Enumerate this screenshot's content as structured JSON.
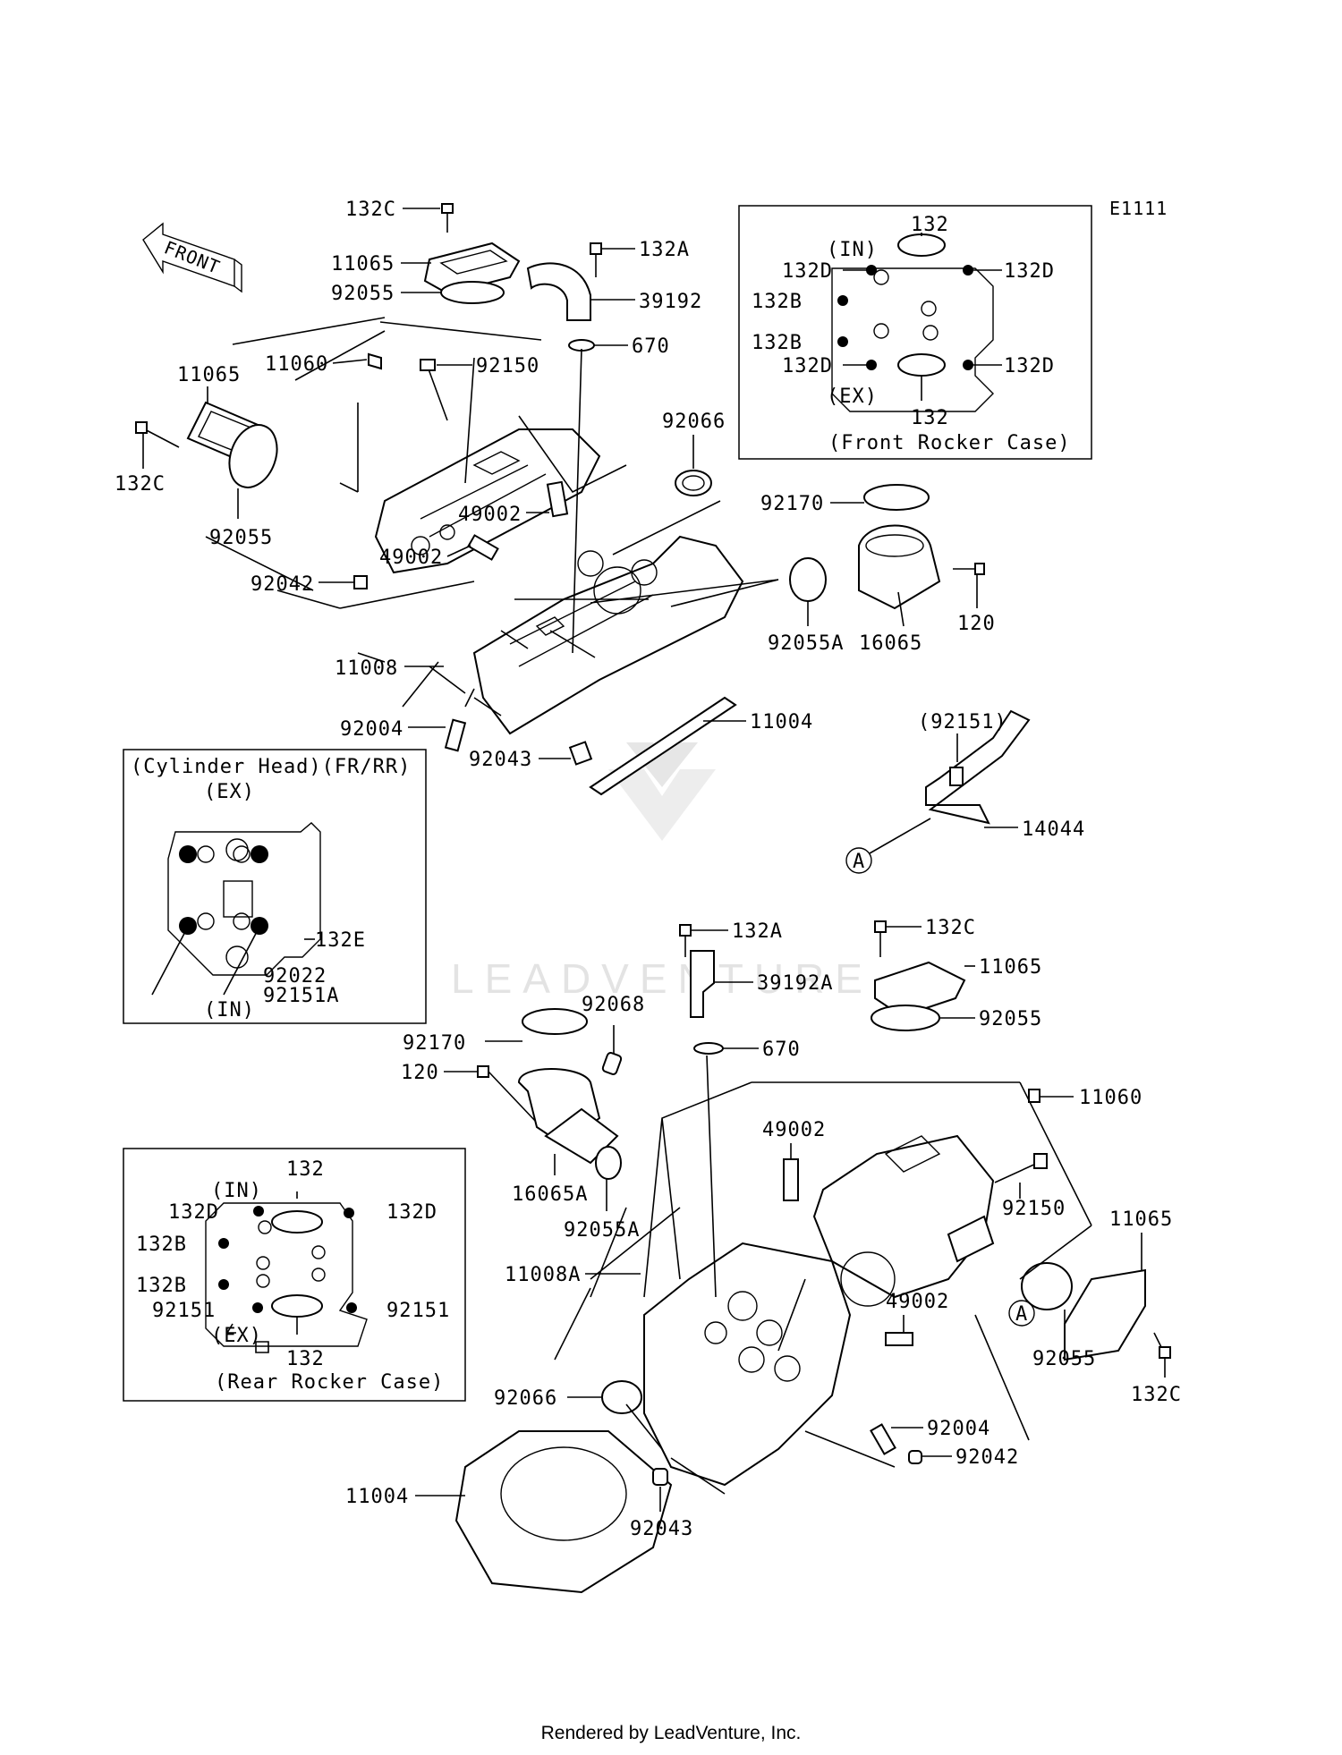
{
  "diagram": {
    "code": "E1111",
    "front_label": "FRONT",
    "watermark": "LEADVENTURE",
    "footer": "Rendered by LeadVenture, Inc."
  },
  "front_part_labels": {
    "bolt_132c_top": "132C",
    "cover_11065_top": "11065",
    "gasket_92055_top": "92055",
    "bolt_132a_top": "132A",
    "pipe_39192": "39192",
    "oring_670_top": "670",
    "cover_11065_left": "11065",
    "bolt_132c_left": "132C",
    "gasket_92055_left": "92055",
    "dowel_11060_top": "11060",
    "bolt_92150_top": "92150",
    "plug_92066_top": "92066",
    "guide_49002_a": "49002",
    "guide_49002_b": "49002",
    "pin_92042_top": "92042",
    "head_11008": "11008",
    "stud_92004_top": "92004",
    "pin_92043_top": "92043",
    "gasket_11004_top": "11004",
    "clamp_92170_top": "92170",
    "oring_92055a_top": "92055A",
    "holder_16065": "16065",
    "bolt_120_top": "120",
    "bolt_92151_paren": "(92151)",
    "bracket_14044": "14044",
    "ref_a_top": "A"
  },
  "rear_part_labels": {
    "bolt_132a_mid": "132A",
    "pipe_39192a": "39192A",
    "oring_670_mid": "670",
    "bolt_132c_mid": "132C",
    "cover_11065_mid": "11065",
    "gasket_92055_mid": "92055",
    "dowel_11060_mid": "11060",
    "clamp_92170_mid": "92170",
    "plug_92068": "92068",
    "bolt_120_mid": "120",
    "holder_16065a": "16065A",
    "oring_92055a_mid": "92055A",
    "guide_49002_c": "49002",
    "bolt_92150_mid": "92150",
    "cover_11065_br": "11065",
    "head_11008a": "11008A",
    "guide_49002_d": "49002",
    "ref_a_mid": "A",
    "gasket_92055_br": "92055",
    "bolt_132c_br": "132C",
    "plug_92066_bot": "92066",
    "stud_92004_bot": "92004",
    "pin_92042_bot": "92042",
    "gasket_11004_bot": "11004",
    "pin_92043_bot": "92043"
  },
  "inset_front_rocker": {
    "title": "(Front Rocker Case)",
    "in": "(IN)",
    "ex": "(EX)",
    "b132_top": "132",
    "b132_bot": "132",
    "b132d_tl": "132D",
    "b132d_tr": "132D",
    "b132b_1": "132B",
    "b132b_2": "132B",
    "b132d_bl": "132D",
    "b132d_br": "132D"
  },
  "inset_cylinder_head": {
    "title": "(Cylinder Head)(FR/RR)",
    "ex": "(EX)",
    "in": "(IN)",
    "b132e": "132E",
    "b92022": "92022",
    "b92151a": "92151A"
  },
  "inset_rear_rocker": {
    "title": "(Rear Rocker Case)",
    "in": "(IN)",
    "ex": "(EX)",
    "b132_top": "132",
    "b132_bot": "132",
    "b132d_l": "132D",
    "b132d_r": "132D",
    "b132b_1": "132B",
    "b132b_2": "132B",
    "b92151_l": "92151",
    "b92151_r": "92151"
  }
}
